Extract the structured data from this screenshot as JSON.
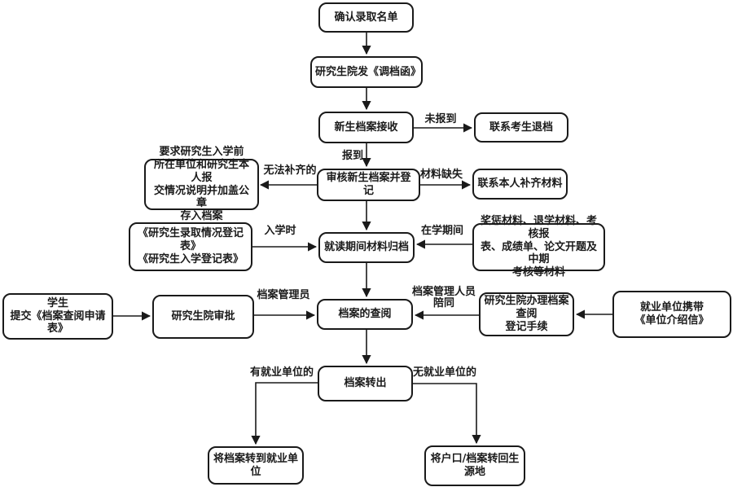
{
  "diagram": {
    "type": "flowchart",
    "colors": {
      "background": "#ffffff",
      "node_fill": "#ffffff",
      "node_border": "#1a1a1a",
      "text": "#1a1a1a",
      "arrow": "#1a1a1a"
    },
    "nodes": {
      "confirm_list": "确认录取名单",
      "send_letter": "研究生院发《调档函》",
      "receive_archive": "新生档案接收",
      "contact_withdraw": "联系考生退档",
      "review_register": "审核新生档案并登记",
      "contact_complete": "联系本人补齐材料",
      "require_statement": "要求研究生入学前\n所在单位和研究生本人报\n交情况说明并加盖公章\n存入档案",
      "archive_during_study": "就读期间材料归档",
      "enroll_forms": "《研究生录取情况登记表》\n《研究生入学登记表》",
      "study_materials": "奖惩材料、退学材料、考核报\n表、成绩单、论文开题及中期\n考核等材料",
      "student_apply": "学生\n提交《档案查阅申请表》",
      "grad_approve": "研究生院审批",
      "archive_review": "档案的查阅",
      "handle_registration": "研究生院办理档案查阅\n登记手续",
      "employer_letter": "就业单位携带\n《单位介绍信》",
      "archive_transfer": "档案转出",
      "to_employer": "将档案转到就业单位",
      "to_hometown": "将户口/档案转回生源地"
    },
    "edge_labels": {
      "not_reported": "未报到",
      "reported": "报到",
      "material_missing": "材料缺失",
      "cannot_complete": "无法补齐的",
      "at_enrollment": "入学时",
      "during_study": "在学期间",
      "archivist": "档案管理员",
      "accompanied": "档案管理人员\n陪同",
      "has_employer": "有就业单位的",
      "no_employer": "无就业单位的"
    }
  }
}
